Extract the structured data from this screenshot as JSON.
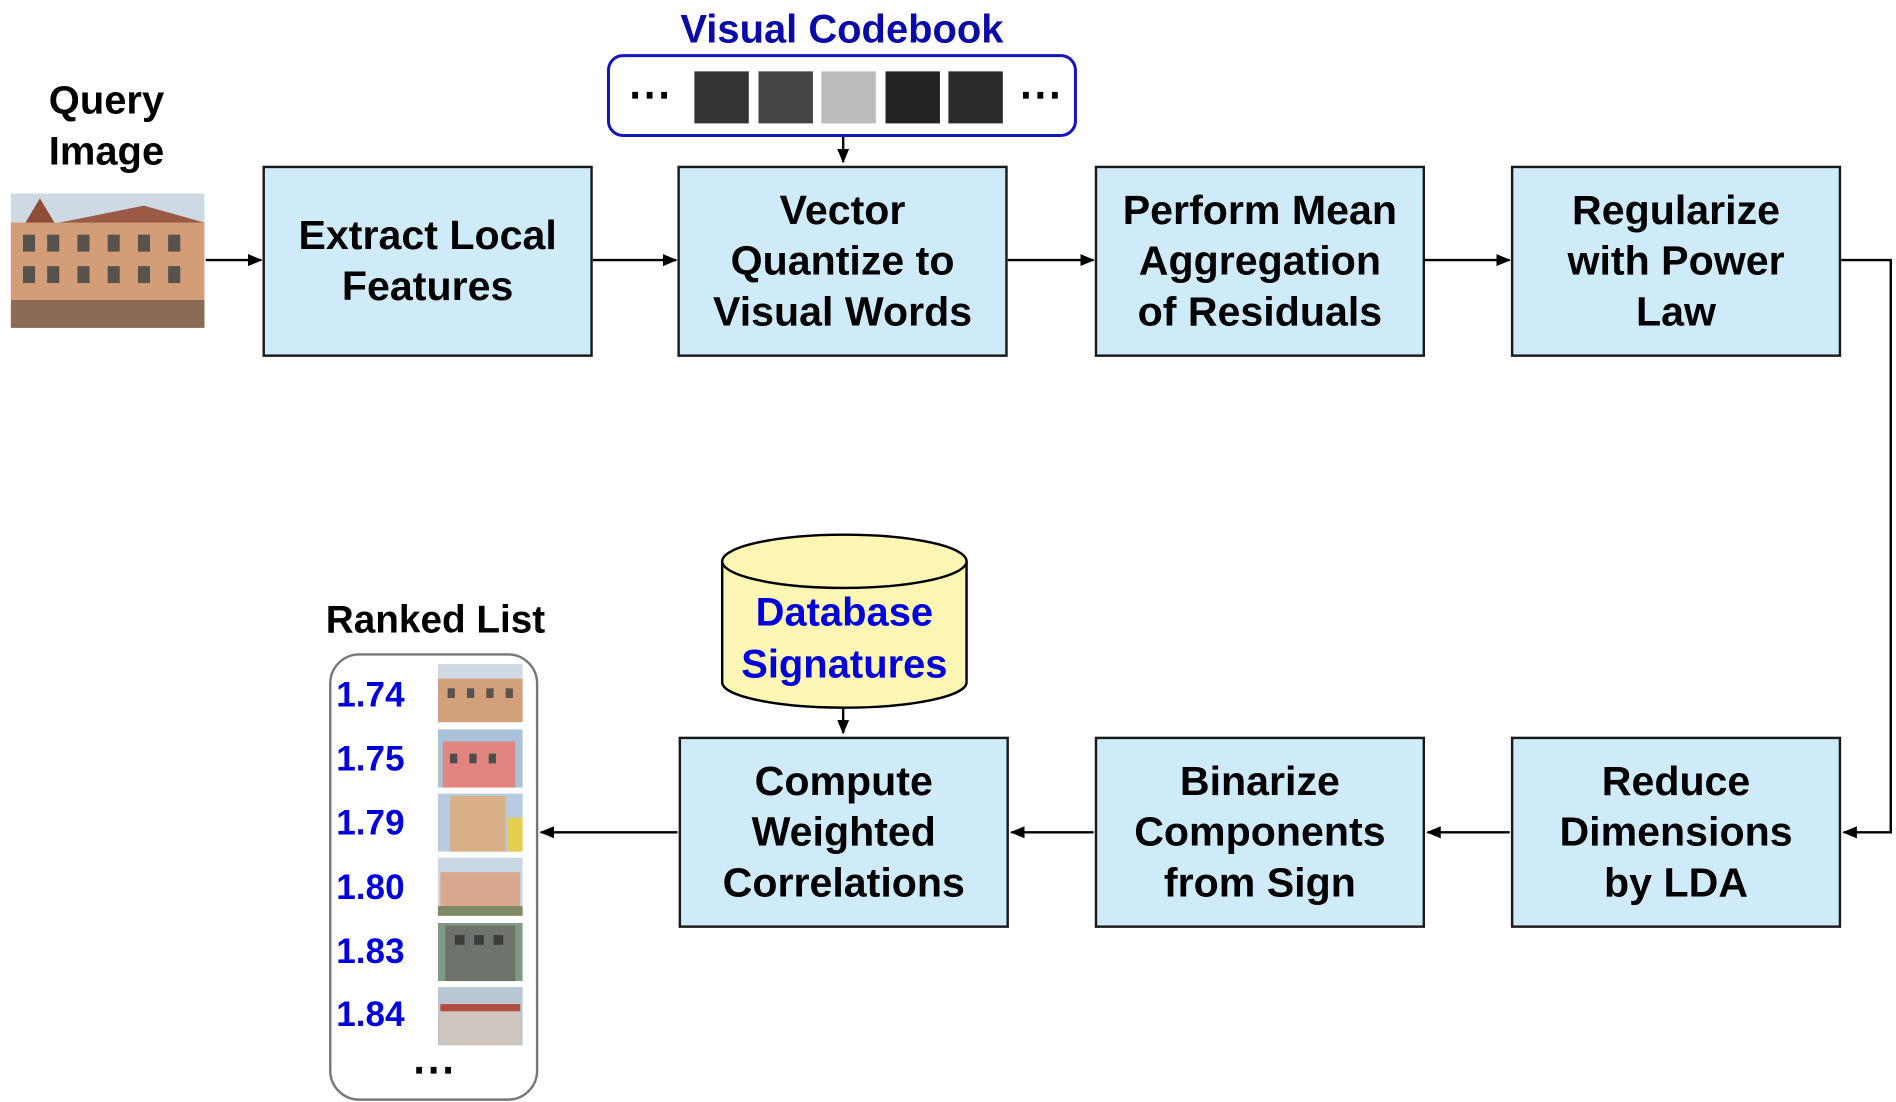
{
  "query_image_label": "Query\nImage",
  "codebook": {
    "title": "Visual Codebook",
    "ellipsis_left": "⋯",
    "ellipsis_right": "⋯"
  },
  "top_row": [
    {
      "text": "Extract Local\nFeatures"
    },
    {
      "text": "Vector\nQuantize to\nVisual Words"
    },
    {
      "text": "Perform Mean\nAggregation\nof Residuals"
    },
    {
      "text": "Regularize\nwith Power\nLaw"
    }
  ],
  "bottom_row": [
    {
      "text": "Reduce\nDimensions\nby LDA"
    },
    {
      "text": "Binarize\nComponents\nfrom Sign"
    },
    {
      "text": "Compute\nWeighted\nCorrelations"
    }
  ],
  "database": {
    "text": "Database\nSignatures"
  },
  "ranked_list": {
    "title": "Ranked List",
    "scores": [
      "1.74",
      "1.75",
      "1.79",
      "1.80",
      "1.83",
      "1.84"
    ],
    "more": "⋯"
  },
  "colors": {
    "box_fill": "#cfeaf8",
    "cylinder_fill": "#fbf6b4",
    "accent_blue": "#0000dd",
    "codebook_title": "#0a0aa8"
  }
}
